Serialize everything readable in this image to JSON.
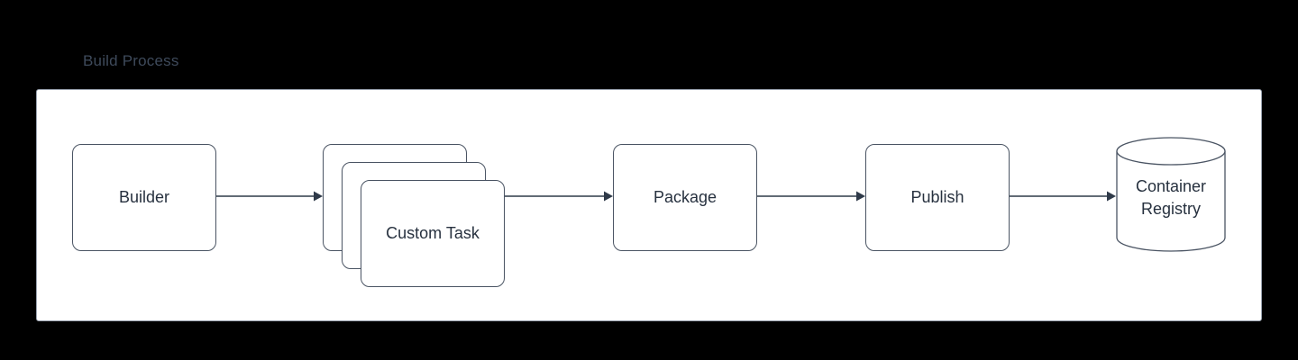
{
  "diagram": {
    "title": "Build Process",
    "background_color": "#000000",
    "panel_color": "#ffffff",
    "node_border_color": "#4a5463",
    "node_text_color": "#27313f",
    "title_color": "#3e4a5b",
    "connector_color": "#2f3a49",
    "nodes": [
      {
        "id": "builder",
        "label": "Builder",
        "shape": "rounded-rect"
      },
      {
        "id": "custom-task",
        "label": "Custom Task",
        "shape": "stacked-rounded-rect",
        "stack_count": 3
      },
      {
        "id": "package",
        "label": "Package",
        "shape": "rounded-rect"
      },
      {
        "id": "publish",
        "label": "Publish",
        "shape": "rounded-rect"
      },
      {
        "id": "container-registry",
        "label_line1": "Container",
        "label_line2": "Registry",
        "shape": "cylinder"
      }
    ],
    "connectors": [
      {
        "id": "builder-to-custom-task",
        "from": "builder",
        "to": "custom-task",
        "arrowhead": "solid-triangle"
      },
      {
        "id": "custom-task-to-package",
        "from": "custom-task",
        "to": "package",
        "arrowhead": "solid-triangle"
      },
      {
        "id": "package-to-publish",
        "from": "package",
        "to": "publish",
        "arrowhead": "solid-triangle"
      },
      {
        "id": "publish-to-registry",
        "from": "publish",
        "to": "container-registry",
        "arrowhead": "solid-triangle"
      }
    ]
  }
}
